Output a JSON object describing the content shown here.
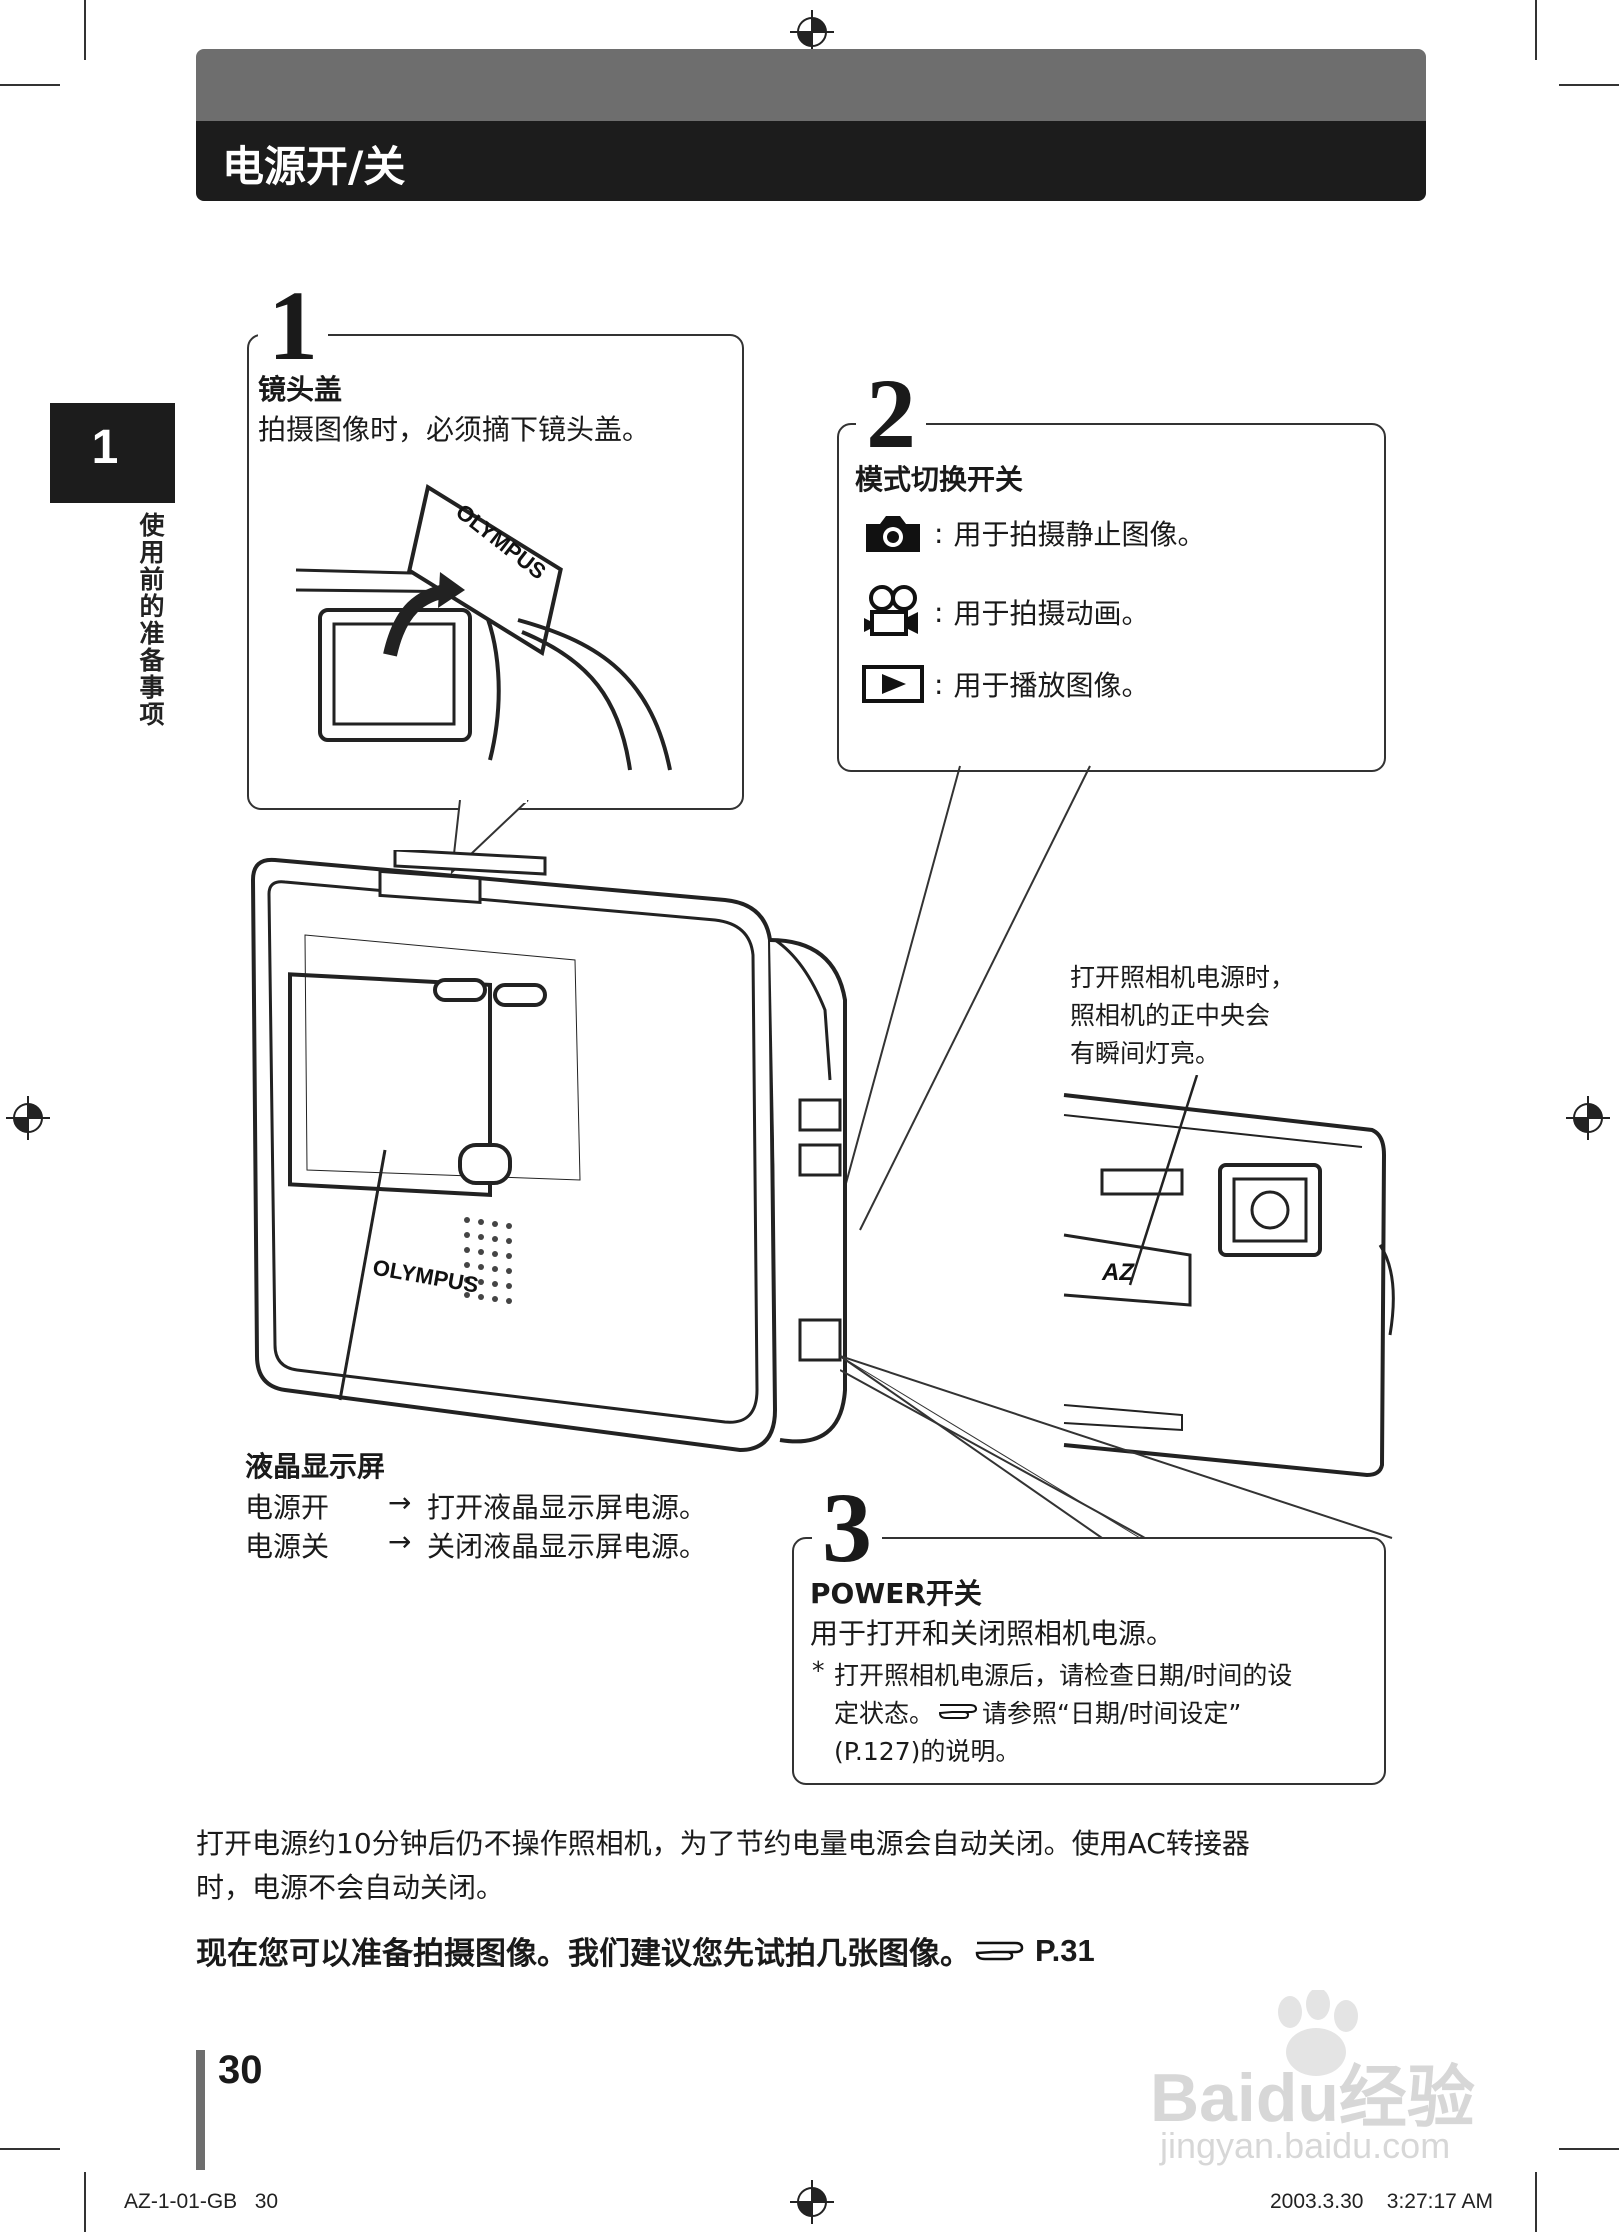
{
  "header": {
    "title": "电源开/关"
  },
  "side_tab": {
    "number": "1",
    "label": "使用前的准备事项"
  },
  "step1": {
    "number": "1",
    "heading": "镜头盖",
    "text": "拍摄图像时，必须摘下镜头盖。"
  },
  "step2": {
    "number": "2",
    "heading": "模式切换开关",
    "modes": [
      {
        "icon": "camera-icon",
        "text": "用于拍摄静止图像。"
      },
      {
        "icon": "movie-camera-icon",
        "text": "用于拍摄动画。"
      },
      {
        "icon": "play-icon",
        "text": "用于播放图像。"
      }
    ]
  },
  "camera": {
    "brand": "OLYMPUS",
    "front_mark": "AZ"
  },
  "front_note": {
    "lines": [
      "打开照相机电源时，",
      "照相机的正中央会",
      "有瞬间灯亮。"
    ]
  },
  "lcd": {
    "heading": "液晶显示屏",
    "rows": [
      {
        "label": "电源开",
        "arrow": "→",
        "text": "打开液晶显示屏电源。"
      },
      {
        "label": "电源关",
        "arrow": "→",
        "text": "关闭液晶显示屏电源。"
      }
    ]
  },
  "step3": {
    "number": "3",
    "heading": "POWER开关",
    "text": "用于打开和关闭照相机电源。",
    "note_mark": "*",
    "note_line1": "打开照相机电源后，请检查日期/时间的设",
    "note_line2_pre": "定状态。",
    "note_line2_post": "请参照“日期/时间设定”",
    "note_line3": "(P.127)的说明。"
  },
  "body": {
    "paragraph_line1": "打开电源约10分钟后仍不操作照相机，为了节约电量电源会自动关闭。使用AC转接器",
    "paragraph_line2": "时，电源不会自动关闭。",
    "bold_pre": "现在您可以准备拍摄图像。我们建议您先试拍几张图像。",
    "bold_ref": "P.31"
  },
  "footer": {
    "page_number": "30",
    "left_code": "AZ-1-01-GB   30",
    "right_timestamp": "2003.3.30    3:27:17 AM"
  },
  "watermark": {
    "brand": "Baidu经验",
    "url": "jingyan.baidu.com"
  },
  "colors": {
    "header_dark": "#1c1c1c",
    "header_gray": "#6e6e6e",
    "text": "#1a1a1a"
  }
}
